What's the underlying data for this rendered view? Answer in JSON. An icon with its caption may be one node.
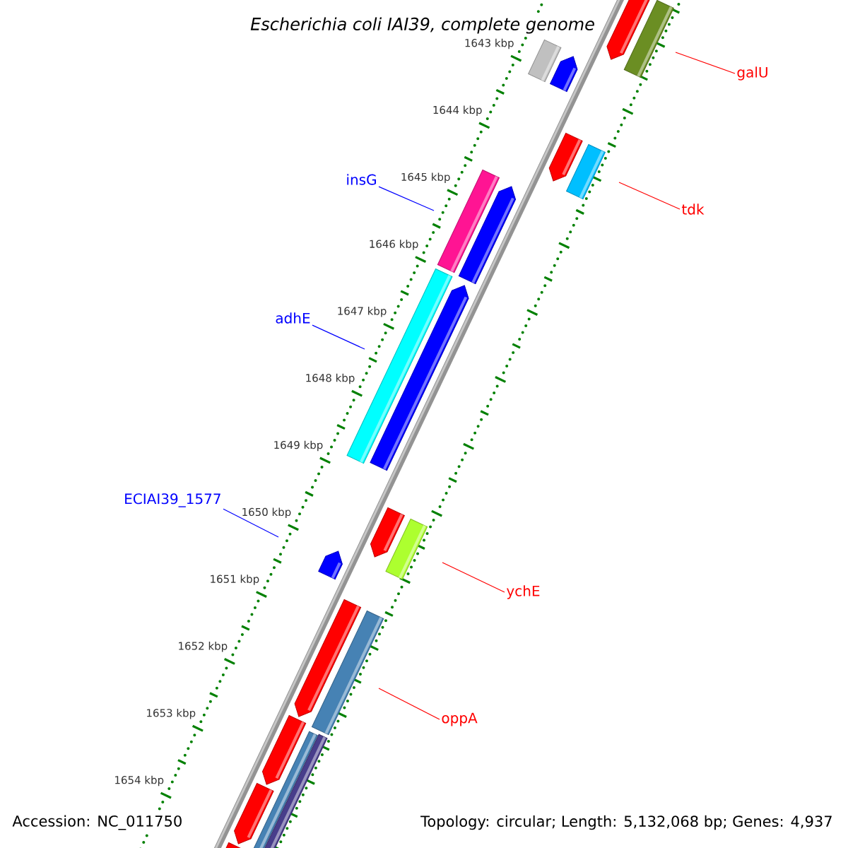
{
  "diagram": {
    "title": "Escherichia coli IAI39, complete genome",
    "nodes": [
      {
        "text": [
          "galU"
        ]
      },
      {
        "text": [
          "insG"
        ]
      },
      {
        "text": [
          "tdk"
        ]
      },
      {
        "text": [
          "adhE"
        ]
      },
      {
        "text": [
          "ECIAI39_1577"
        ]
      },
      {
        "text": [
          "ychE"
        ]
      },
      {
        "text": [
          "oppA"
        ]
      }
    ],
    "edges": [
      {
        "from": 0,
        "to": null,
        "arrow": "none"
      },
      {
        "from": 1,
        "to": null,
        "arrow": "none",
        "color": "#0000ff"
      },
      {
        "from": 2,
        "to": null,
        "arrow": "none"
      },
      {
        "from": 3,
        "to": null,
        "arrow": "none",
        "color": "#0000ff"
      },
      {
        "from": 4,
        "to": null,
        "arrow": "none",
        "color": "#0000ff"
      },
      {
        "from": 5,
        "to": null,
        "arrow": "none"
      },
      {
        "from": 6,
        "to": null,
        "arrow": "none"
      }
    ],
    "labels": [
      "1643 kbp",
      "1644 kbp",
      "1645 kbp",
      "1646 kbp",
      "1647 kbp",
      "1648 kbp",
      "1649 kbp",
      "1650 kbp",
      "1651 kbp",
      "1652 kbp",
      "1653 kbp",
      "1654 kbp",
      "Accession: NC_011750",
      "Topology: circular; Length: 5,132,068 bp; Genes: 4,937"
    ]
  }
}
